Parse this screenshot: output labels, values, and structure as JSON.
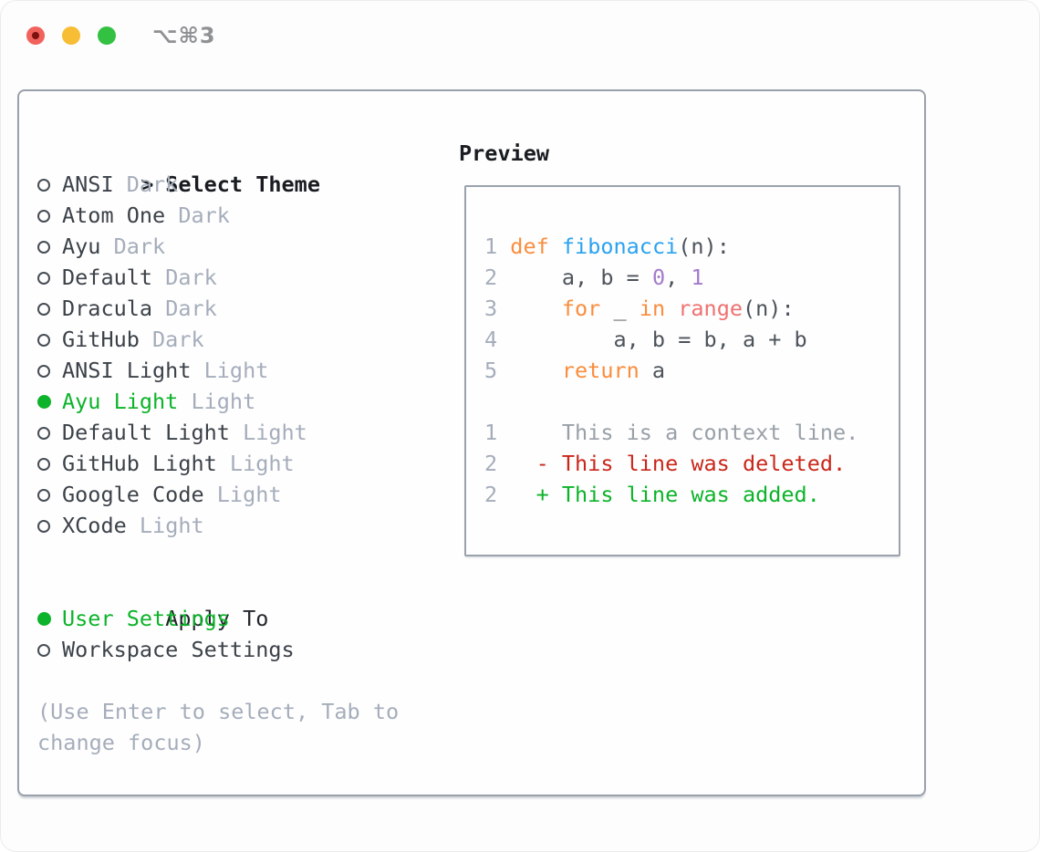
{
  "titlebar": {
    "shortcut": "⌥⌘3"
  },
  "colors": {
    "text_dark": "#3c4249",
    "text_header": "#191c20",
    "text_muted": "#a5adbb",
    "green": "#0db32a",
    "ring": "#474d55",
    "border": "#99a1ab",
    "keyword": "#fa8d3e",
    "function": "#2aa2f0",
    "number": "#a37acc",
    "builtin": "#f07171",
    "code_default": "#4d535b",
    "context": "#99a0a8",
    "deleted": "#c9271a",
    "added": "#0db32a",
    "titlebar_text": "#8f9194",
    "traffic_red": "#f2625c",
    "traffic_yellow": "#f7bd34",
    "traffic_green": "#33c141"
  },
  "theme_list": {
    "prompt": ">",
    "header": "Select Theme",
    "items": [
      {
        "name": "ANSI",
        "variant": "Dark",
        "selected": false
      },
      {
        "name": "Atom One",
        "variant": "Dark",
        "selected": false
      },
      {
        "name": "Ayu",
        "variant": "Dark",
        "selected": false
      },
      {
        "name": "Default",
        "variant": "Dark",
        "selected": false
      },
      {
        "name": "Dracula",
        "variant": "Dark",
        "selected": false
      },
      {
        "name": "GitHub",
        "variant": "Dark",
        "selected": false
      },
      {
        "name": "ANSI Light",
        "variant": "Light",
        "selected": false
      },
      {
        "name": "Ayu Light",
        "variant": "Light",
        "selected": true
      },
      {
        "name": "Default Light",
        "variant": "Light",
        "selected": false
      },
      {
        "name": "GitHub Light",
        "variant": "Light",
        "selected": false
      },
      {
        "name": "Google Code",
        "variant": "Light",
        "selected": false
      },
      {
        "name": "XCode",
        "variant": "Light",
        "selected": false
      }
    ]
  },
  "apply_to": {
    "header": "Apply To",
    "options": [
      {
        "label": "User Settings",
        "selected": true
      },
      {
        "label": "Workspace Settings",
        "selected": false
      }
    ]
  },
  "help_text": "(Use Enter to select, Tab to change focus)",
  "preview": {
    "header": "Preview",
    "lines": [
      {
        "num": "1",
        "segs": [
          [
            "kw",
            "def"
          ],
          [
            "d",
            " "
          ],
          [
            "fn",
            "fibonacci"
          ],
          [
            "d",
            "(n):"
          ]
        ]
      },
      {
        "num": "2",
        "segs": [
          [
            "d",
            "    a, b = "
          ],
          [
            "num",
            "0"
          ],
          [
            "d",
            ", "
          ],
          [
            "num",
            "1"
          ]
        ]
      },
      {
        "num": "3",
        "segs": [
          [
            "d",
            "    "
          ],
          [
            "kw",
            "for"
          ],
          [
            "d",
            " _ "
          ],
          [
            "kw",
            "in"
          ],
          [
            "d",
            " "
          ],
          [
            "bi",
            "range"
          ],
          [
            "d",
            "(n):"
          ]
        ]
      },
      {
        "num": "4",
        "segs": [
          [
            "d",
            "        a, b = b, a + b"
          ]
        ]
      },
      {
        "num": "5",
        "segs": [
          [
            "d",
            "    "
          ],
          [
            "kw",
            "return"
          ],
          [
            "d",
            " a"
          ]
        ]
      },
      {
        "num": "",
        "segs": []
      },
      {
        "num": "1",
        "segs": [
          [
            "ctx",
            "    This is a context line."
          ]
        ]
      },
      {
        "num": "2",
        "segs": [
          [
            "del",
            "  - This line was deleted."
          ]
        ]
      },
      {
        "num": "2",
        "segs": [
          [
            "add",
            "  + This line was added."
          ]
        ]
      }
    ]
  }
}
